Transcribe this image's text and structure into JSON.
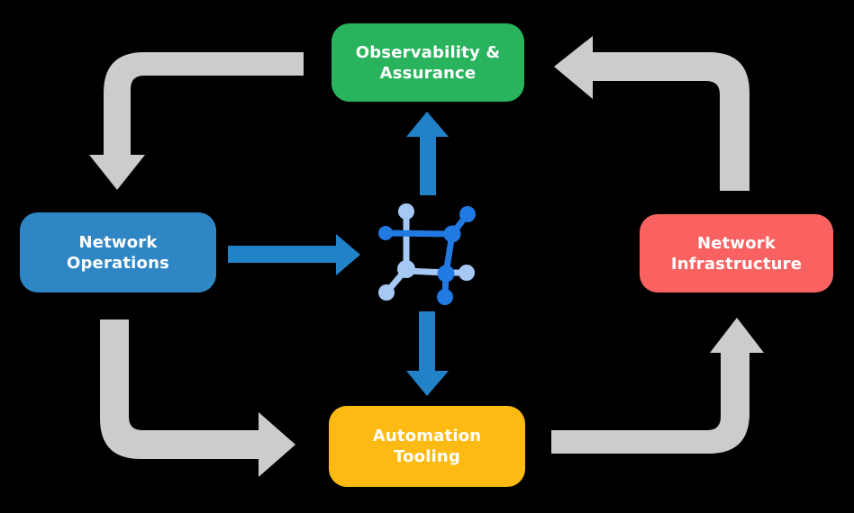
{
  "diagram": {
    "nodes": {
      "observability": {
        "line1": "Observability &",
        "line2": "Assurance"
      },
      "operations": {
        "line1": "Network",
        "line2": "Operations"
      },
      "infrastructure": {
        "line1": "Network",
        "line2": "Infrastructure"
      },
      "automation": {
        "line1": "Automation",
        "line2": "Tooling"
      }
    },
    "center_icon": "network-mesh-icon",
    "flows": [
      {
        "from": "Observability & Assurance",
        "to": "Network Operations",
        "type": "cycle-arrow",
        "color_key": "gray"
      },
      {
        "from": "Network Operations",
        "to": "Automation Tooling",
        "type": "cycle-arrow",
        "color_key": "gray"
      },
      {
        "from": "Automation Tooling",
        "to": "Network Infrastructure",
        "type": "cycle-arrow",
        "color_key": "gray"
      },
      {
        "from": "Network Infrastructure",
        "to": "Observability & Assurance",
        "type": "cycle-arrow",
        "color_key": "gray"
      },
      {
        "from": "Network Operations",
        "to": "center-icon",
        "type": "straight-arrow",
        "color_key": "arrowBlue"
      },
      {
        "from": "center-icon",
        "to": "Observability & Assurance",
        "type": "straight-arrow",
        "color_key": "arrowBlue"
      },
      {
        "from": "center-icon",
        "to": "Automation Tooling",
        "type": "straight-arrow",
        "color_key": "arrowBlue"
      }
    ]
  },
  "colors": {
    "background": "#000000",
    "text": "#ffffff",
    "green": "#29b35c",
    "blue": "#2e86c5",
    "red": "#fa6262",
    "yellow": "#fcba12",
    "gray": "#cccccc",
    "arrowBlue": "#2282c8",
    "iconBlue": "#2179e2",
    "iconLightBlue": "#a6c8f5"
  }
}
